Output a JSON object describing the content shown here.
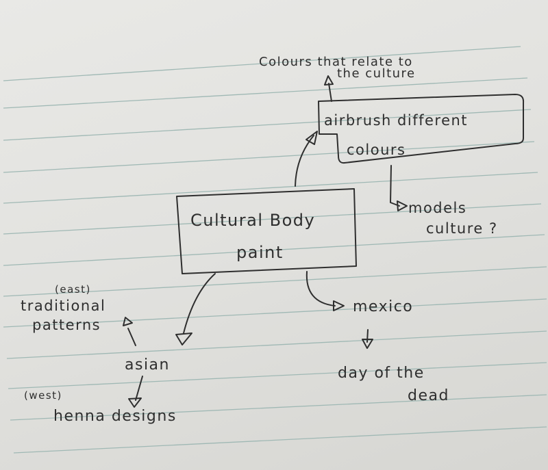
{
  "center_node": {
    "line1": "Cultural Body",
    "line2": "paint"
  },
  "airbrush_node": {
    "line1": "airbrush different",
    "line2": "colours"
  },
  "colour_note": {
    "line1": "Colours that relate to",
    "line2": "the culture"
  },
  "models_note": {
    "line1": "models",
    "line2": "culture ?"
  },
  "asian": {
    "label": "asian"
  },
  "east_note": {
    "tag": "(east)",
    "line1": "traditional",
    "line2": "patterns"
  },
  "west_note": {
    "tag": "(west)",
    "line1": "henna designs"
  },
  "mexico": {
    "label": "mexico"
  },
  "dotd_note": {
    "line1": "day of the",
    "line2": "dead"
  },
  "colors": {
    "ink": "#2e2e2e",
    "rule": "#9fb8b4",
    "paper": "#e6e6e3"
  }
}
